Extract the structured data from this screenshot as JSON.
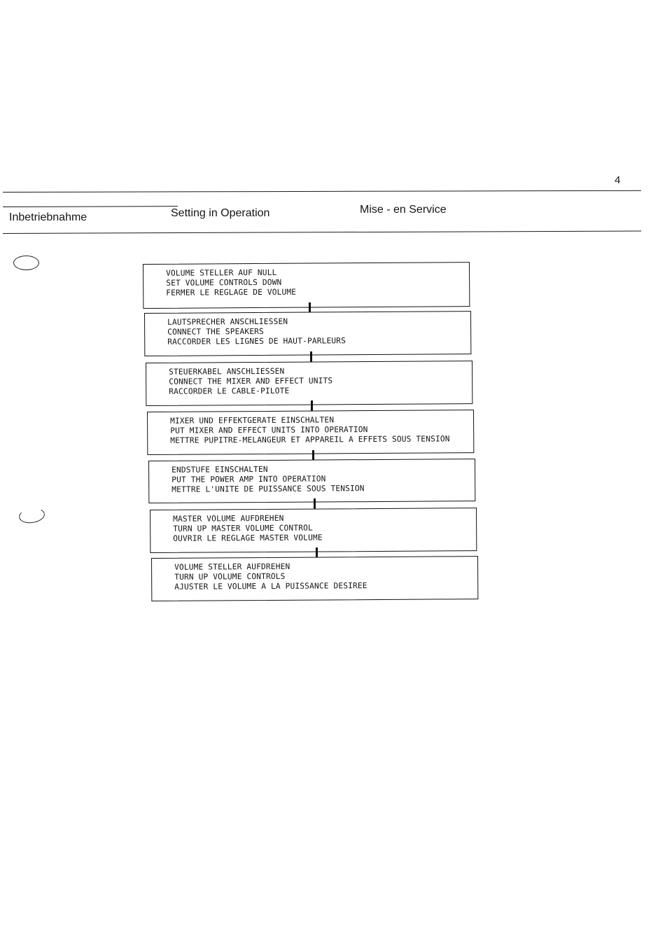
{
  "page": {
    "number": "4"
  },
  "header": {
    "de": "Inbetriebnahme",
    "en": "Setting in Operation",
    "fr": "Mise - en Service"
  },
  "steps": [
    {
      "de": "VOLUME STELLER AUF NULL",
      "en": "SET VOLUME CONTROLS DOWN",
      "fr": "FERMER LE REGLAGE DE VOLUME"
    },
    {
      "de": "LAUTSPRECHER ANSCHLIESSEN",
      "en": "CONNECT THE SPEAKERS",
      "fr": "RACCORDER LES LIGNES DE HAUT-PARLEURS"
    },
    {
      "de": "STEUERKABEL ANSCHLIESSEN",
      "en": "CONNECT THE MIXER AND EFFECT UNITS",
      "fr": "RACCORDER LE CABLE-PILOTE"
    },
    {
      "de": "MIXER UND EFFEKTGERATE EINSCHALTEN",
      "en": "PUT MIXER AND EFFECT UNITS INTO OPERATION",
      "fr": "METTRE PUPITRE-MELANGEUR ET APPAREIL A EFFETS SOUS TENSION"
    },
    {
      "de": "ENDSTUFE EINSCHALTEN",
      "en": "PUT THE POWER AMP INTO OPERATION",
      "fr": "METTRE L'UNITE DE PUISSANCE SOUS TENSION"
    },
    {
      "de": "MASTER VOLUME AUFDREHEN",
      "en": "TURN UP MASTER VOLUME CONTROL",
      "fr": "OUVRIR LE REGLAGE MASTER VOLUME"
    },
    {
      "de": "VOLUME STELLER AUFDREHEN",
      "en": "TURN UP VOLUME CONTROLS",
      "fr": "AJUSTER LE VOLUME A LA PUISSANCE DESIREE"
    }
  ]
}
